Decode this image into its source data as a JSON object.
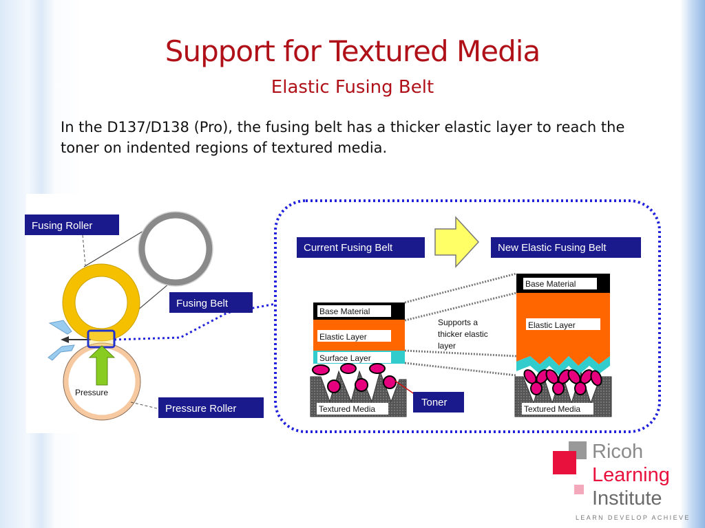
{
  "slide": {
    "title": "Support for Textured Media",
    "subtitle": "Elastic Fusing Belt",
    "description": "In the D137/D138 (Pro), the fusing belt has a thicker elastic layer to reach the toner on  indented regions of textured media."
  },
  "left_diagram": {
    "fusing_roller_label": "Fusing Roller",
    "fusing_belt_label": "Fusing Belt",
    "pressure_label": "Pressure",
    "pressure_roller_label": "Pressure Roller"
  },
  "current_belt": {
    "header": "Current Fusing Belt",
    "base_material": "Base Material",
    "elastic_layer": "Elastic Layer",
    "surface_layer": "Surface Layer",
    "textured_media": "Textured Media"
  },
  "callouts": {
    "supports_line1": "Supports a",
    "supports_line2": "thicker elastic",
    "supports_line3": "layer",
    "toner": "Toner"
  },
  "new_belt": {
    "header": "New Elastic Fusing Belt",
    "base_material": "Base Material",
    "elastic_layer": "Elastic Layer",
    "textured_media": "Textured Media"
  },
  "logo": {
    "line1": "Ricoh",
    "line2": "Learning",
    "line3": "Institute",
    "tagline": "LEARN DEVELOP ACHIEVE"
  },
  "colors": {
    "title": "#b01018",
    "label_box": "#1a1a8c",
    "elastic": "#ff6600",
    "base": "#000000",
    "surface": "#33cccc",
    "toner": "#e6007e",
    "fusing_roller": "#f5c000",
    "arrow": "#ffff66",
    "dotted_border": "#2222dd"
  }
}
